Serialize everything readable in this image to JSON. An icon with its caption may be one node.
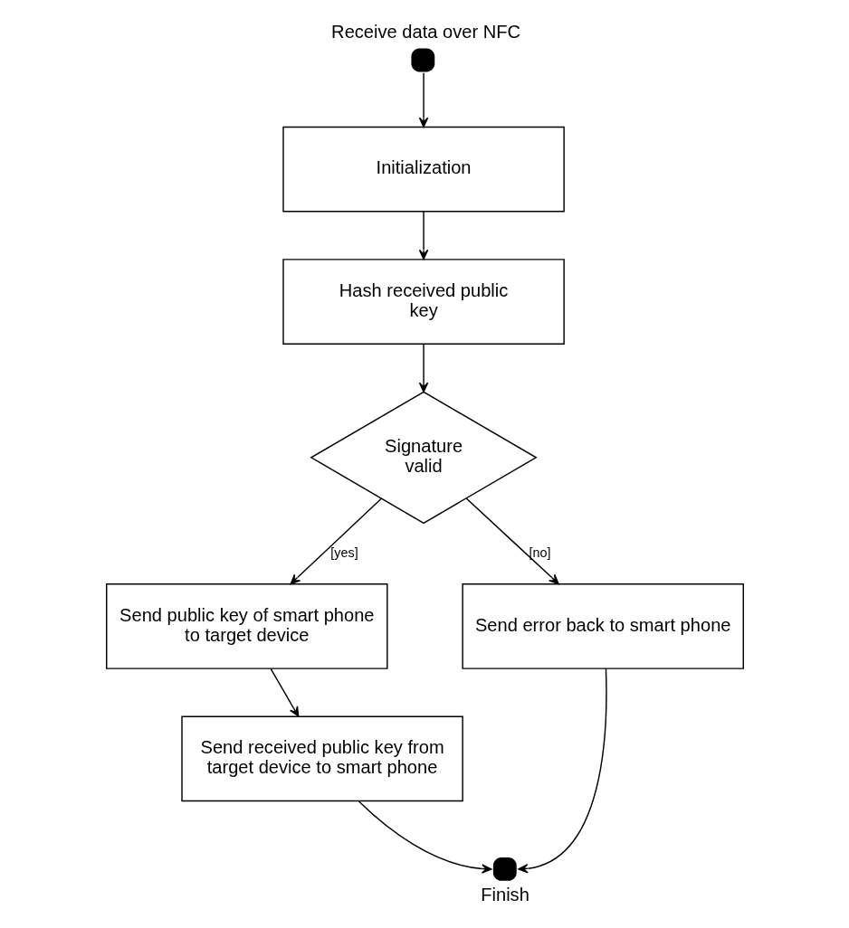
{
  "diagram": {
    "nodes": [
      {
        "text": [],
        "shape": "circle",
        "beside": [
          "Receive data over NFC"
        ]
      },
      {
        "text": [
          "Initialization"
        ]
      },
      {
        "text": [
          "Hash received public key"
        ]
      },
      {
        "text": [
          "Signature valid"
        ]
      },
      {
        "text": [
          "Send public key of smart phone to target device"
        ]
      },
      {
        "text": [
          "Send error back to smart phone"
        ]
      },
      {
        "text": [
          "Send received public key from target device to smart phone"
        ]
      },
      {
        "text": [],
        "shape": "circle",
        "beside": [
          "Finish"
        ]
      }
    ],
    "edges": [
      {
        "from": 0,
        "to": 1,
        "arrow": "to"
      },
      {
        "from": 1,
        "to": 2,
        "arrow": "to"
      },
      {
        "from": 2,
        "to": 3,
        "arrow": "to"
      },
      {
        "from": 3,
        "to": 4,
        "arrow": "to",
        "label": "[yes]"
      },
      {
        "from": 3,
        "to": 5,
        "arrow": "to",
        "label": "[no]"
      },
      {
        "from": 4,
        "to": 6,
        "arrow": "to"
      },
      {
        "from": 6,
        "to": 7,
        "arrow": "to"
      },
      {
        "from": 5,
        "to": 7,
        "arrow": "to"
      }
    ]
  }
}
